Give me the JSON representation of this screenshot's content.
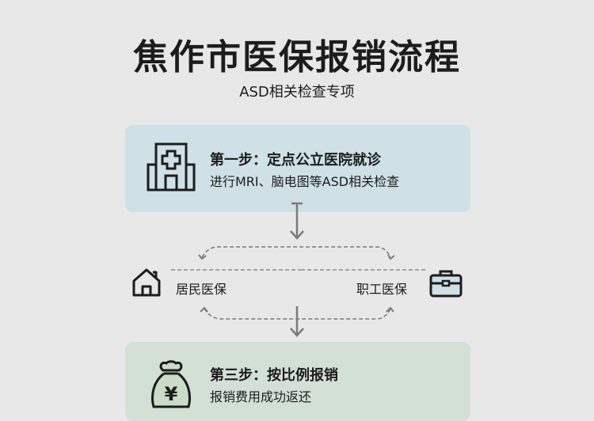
{
  "header": {
    "title": "焦作市医保报销流程",
    "subtitle": "ASD相关检查专项"
  },
  "step1": {
    "title": "第一步：定点公立医院就诊",
    "desc": "进行MRI、脑电图等ASD相关检查",
    "icon": "hospital-icon"
  },
  "step2": {
    "left_label": "居民医保",
    "right_label": "职工医保",
    "left_icon": "house-icon",
    "right_icon": "briefcase-icon"
  },
  "step3": {
    "title": "第三步：按比例报销",
    "desc": "报销费用成功返还",
    "icon": "money-bag-icon"
  },
  "colors": {
    "background": "#e9e8e8",
    "step1_box": "#cfe0e6",
    "step3_box": "#d2e0d6",
    "arrow": "#7a7a7a"
  }
}
